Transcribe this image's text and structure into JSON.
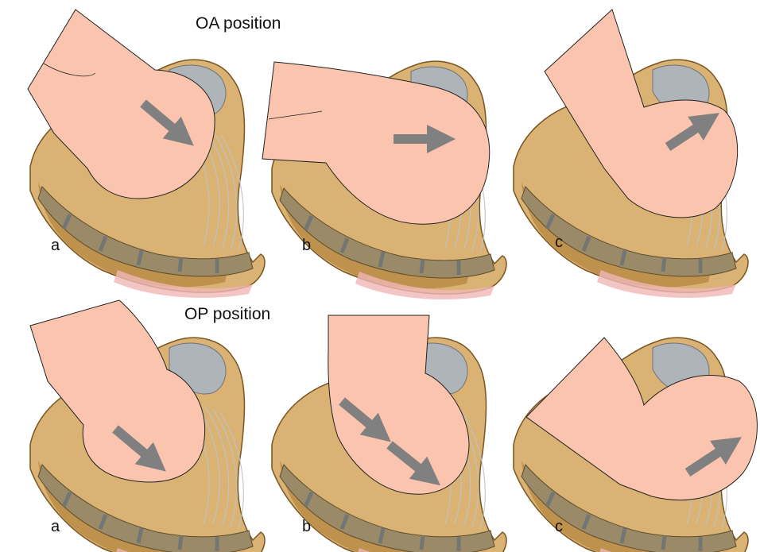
{
  "rows": [
    {
      "title": "OA position",
      "labels": [
        "a",
        "b",
        "c"
      ]
    },
    {
      "title": "OP position",
      "labels": [
        "a",
        "b",
        "c"
      ]
    }
  ],
  "colors": {
    "fetus": "#fbc4ae",
    "bone": "#d9b274",
    "bone_dark": "#a8782c",
    "vertebra": "#9a8a68",
    "disc": "#aeb4b8",
    "muscle": "#c9ccd0",
    "arrow": "#808080"
  }
}
